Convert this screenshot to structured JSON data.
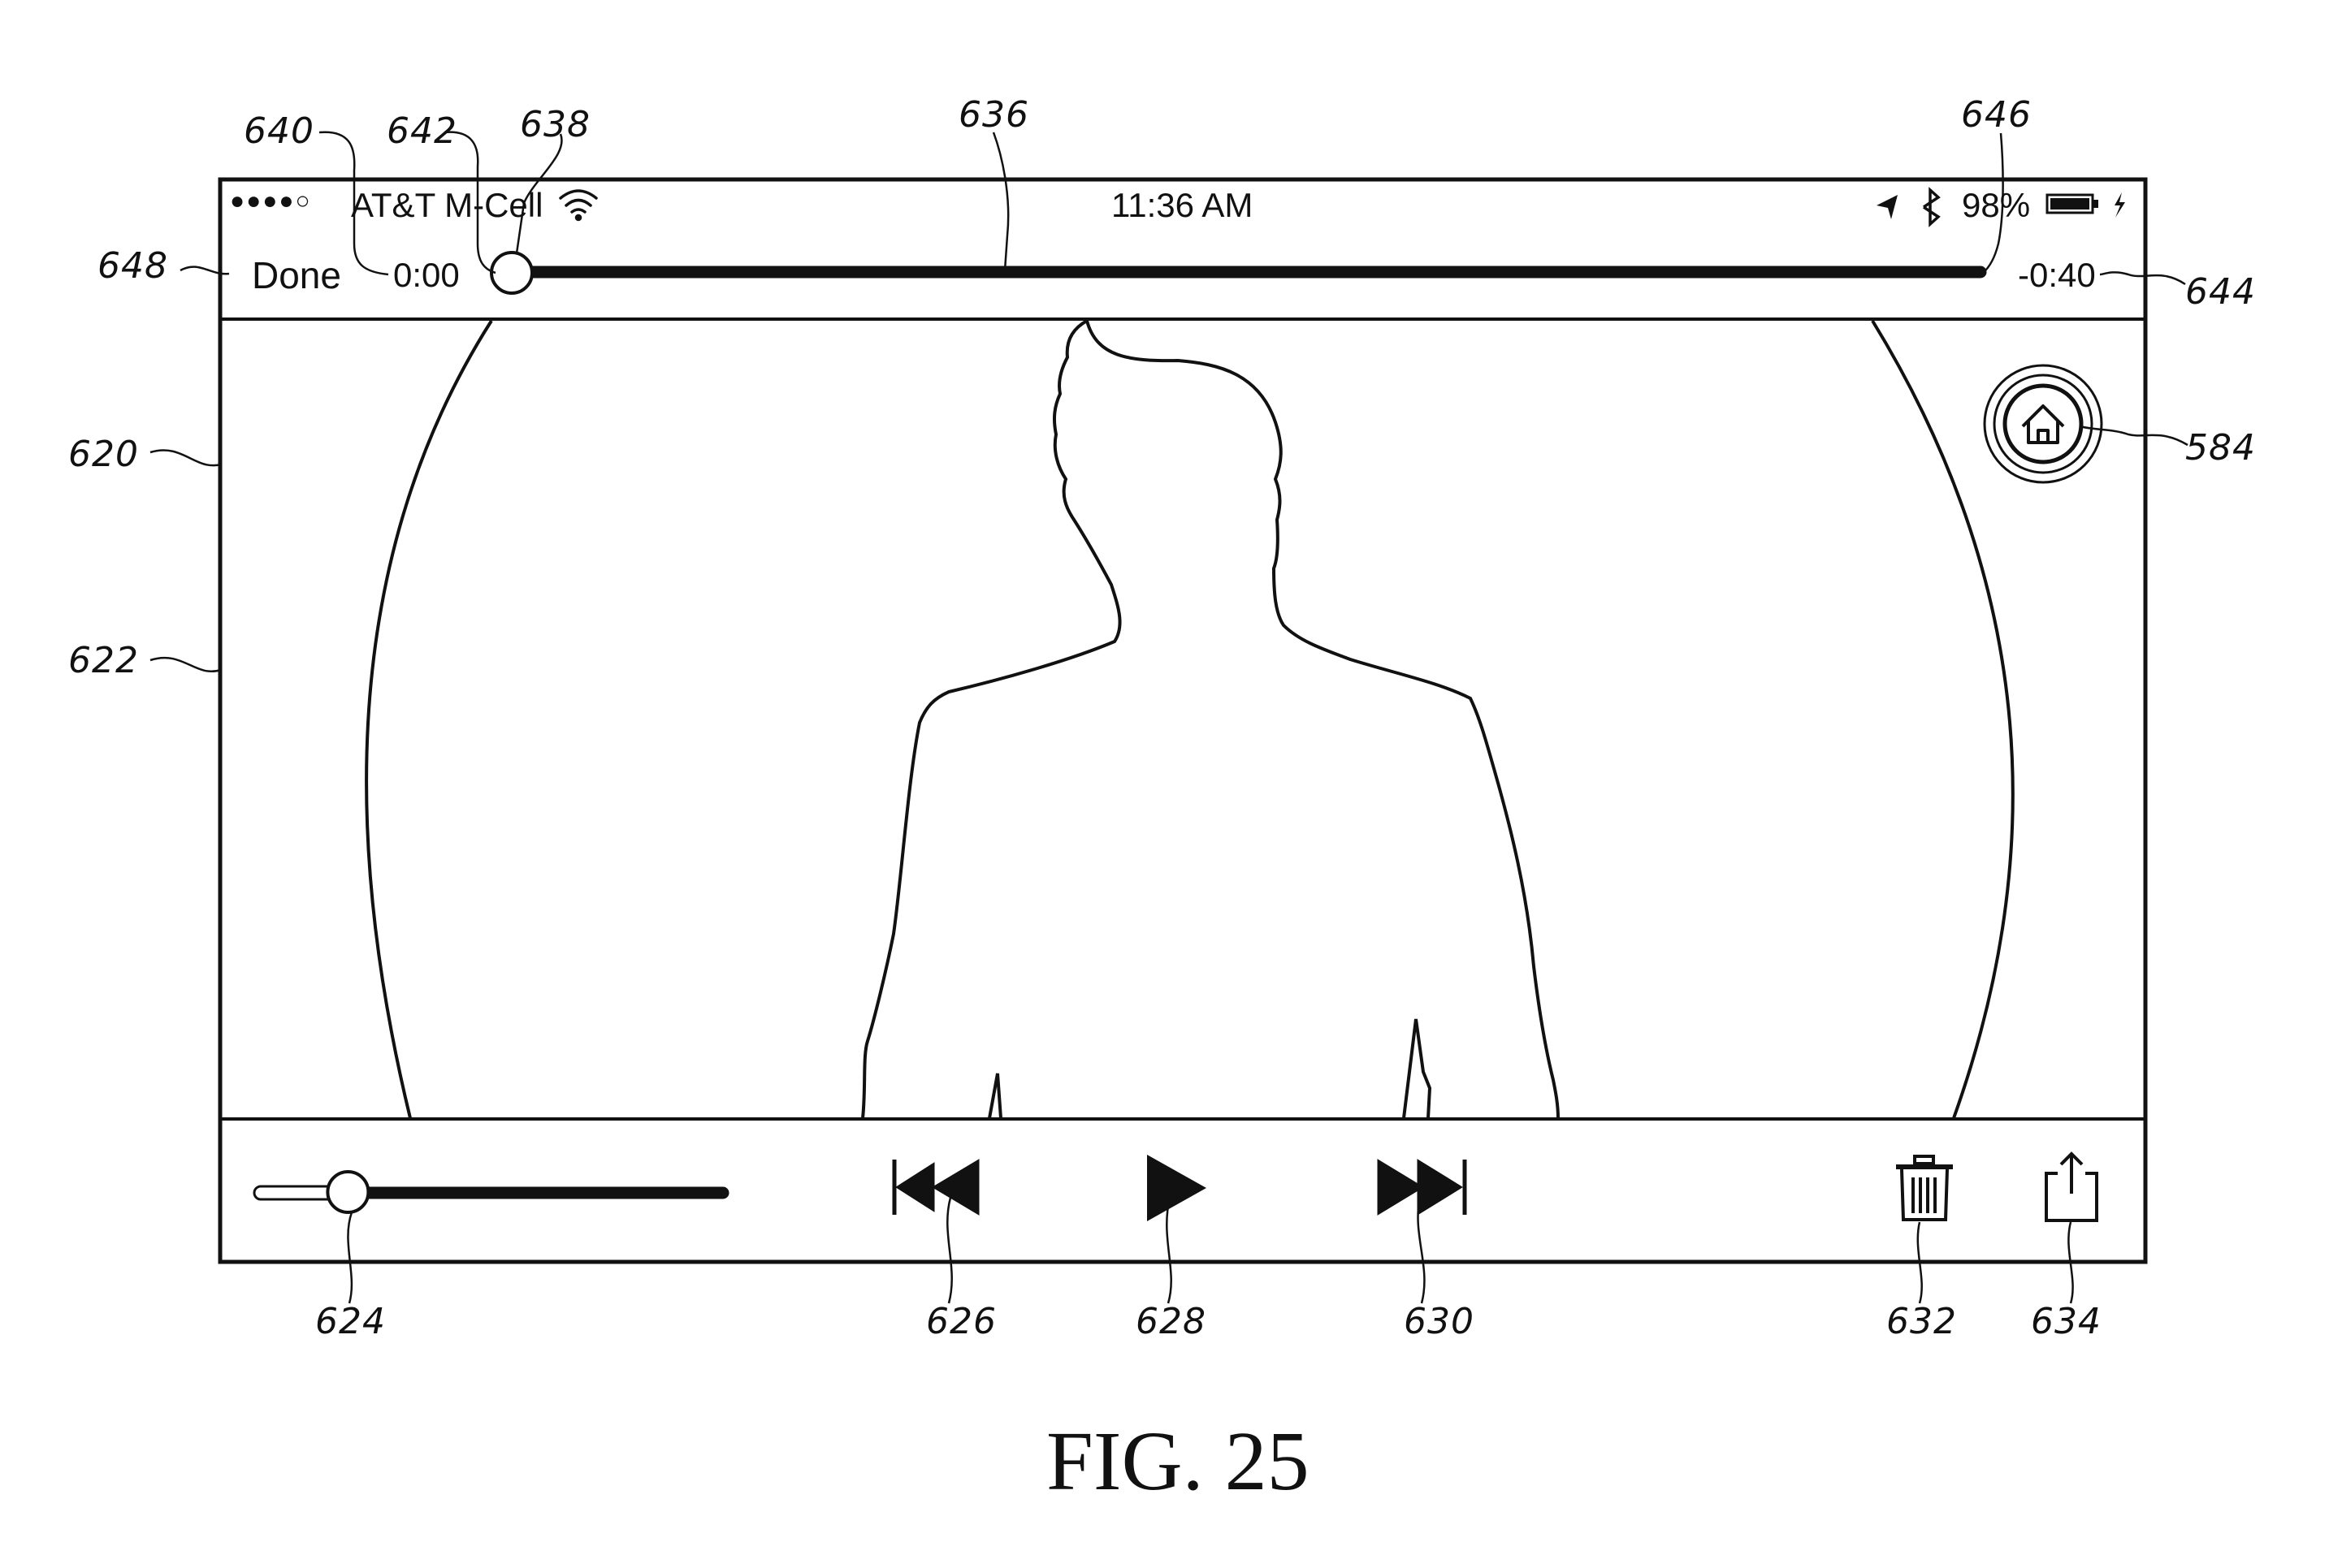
{
  "status_bar": {
    "signal_dots": "●●●●○",
    "carrier": "AT&T M-Cell",
    "time": "11:36 AM",
    "battery_percent": "98%",
    "icons": [
      "wifi-icon",
      "location-arrow-icon",
      "bluetooth-icon",
      "battery-charging-icon"
    ]
  },
  "top_bar": {
    "done_label": "Done",
    "elapsed": "0:00",
    "remaining": "-0:40",
    "scrubber_progress": 0.0
  },
  "video": {
    "content": "person silhouette",
    "home_button_icon": "home-icon"
  },
  "controls": {
    "volume_level": 0.2,
    "rewind_icon": "rewind-icon",
    "play_icon": "play-icon",
    "fast_forward_icon": "fast-forward-icon",
    "delete_icon": "trash-icon",
    "share_icon": "share-icon"
  },
  "reference_numerals": {
    "r640": "640",
    "r642": "642",
    "r638": "638",
    "r636": "636",
    "r646": "646",
    "r648": "648",
    "r644": "644",
    "r620": "620",
    "r622": "622",
    "r584": "584",
    "r624": "624",
    "r626": "626",
    "r628": "628",
    "r630": "630",
    "r632": "632",
    "r634": "634"
  },
  "figure_caption": "FIG. 25"
}
